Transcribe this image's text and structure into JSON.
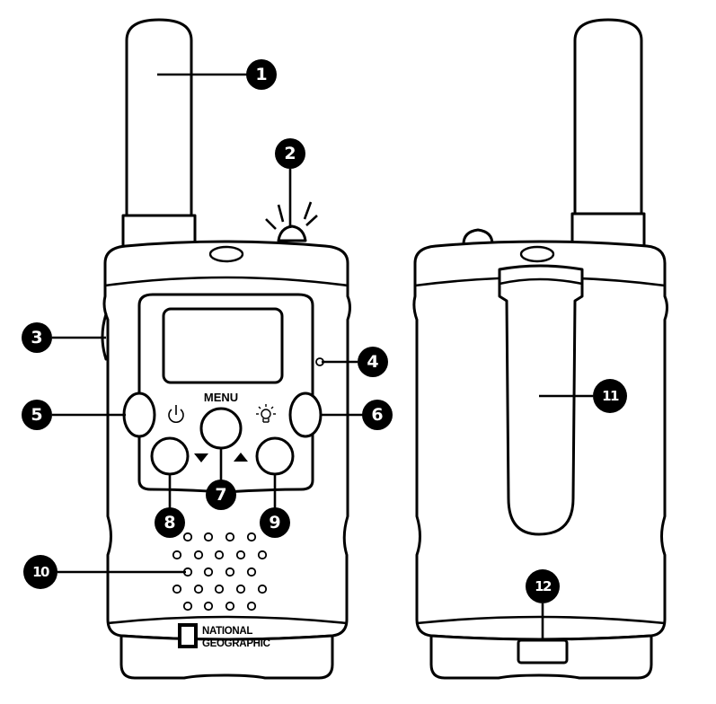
{
  "front": {
    "menu_label": "MENU",
    "brand_line1": "NATIONAL",
    "brand_line2": "GEOGRAPHIC",
    "icons": {
      "power": "power-icon",
      "light": "light-bulb-icon",
      "down": "down-arrow-icon",
      "up": "up-arrow-icon",
      "logo": "national-geographic-logo-icon"
    }
  },
  "callouts": [
    {
      "id": "antenna",
      "label": "1"
    },
    {
      "id": "flashlight",
      "label": "2"
    },
    {
      "id": "ptt-side",
      "label": "3"
    },
    {
      "id": "microphone",
      "label": "4"
    },
    {
      "id": "left-button",
      "label": "5"
    },
    {
      "id": "right-button",
      "label": "6"
    },
    {
      "id": "menu-button",
      "label": "7"
    },
    {
      "id": "down-button",
      "label": "8"
    },
    {
      "id": "up-button",
      "label": "9"
    },
    {
      "id": "speaker",
      "label": "10"
    },
    {
      "id": "belt-clip",
      "label": "11"
    },
    {
      "id": "battery-latch",
      "label": "12"
    }
  ],
  "colors": {
    "line": "#000000",
    "background": "#ffffff"
  }
}
